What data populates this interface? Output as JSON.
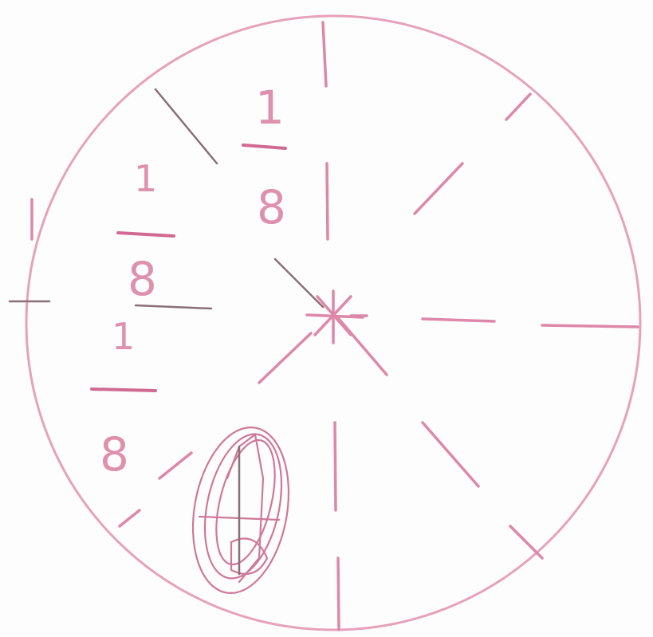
{
  "diagram": {
    "ink_color": "#dd88a8",
    "background": "#fdfdfd",
    "fractions": [
      {
        "numerator": "1",
        "denominator": "8"
      },
      {
        "numerator": "1",
        "denominator": "8"
      },
      {
        "numerator": "1",
        "denominator": "8"
      }
    ]
  }
}
